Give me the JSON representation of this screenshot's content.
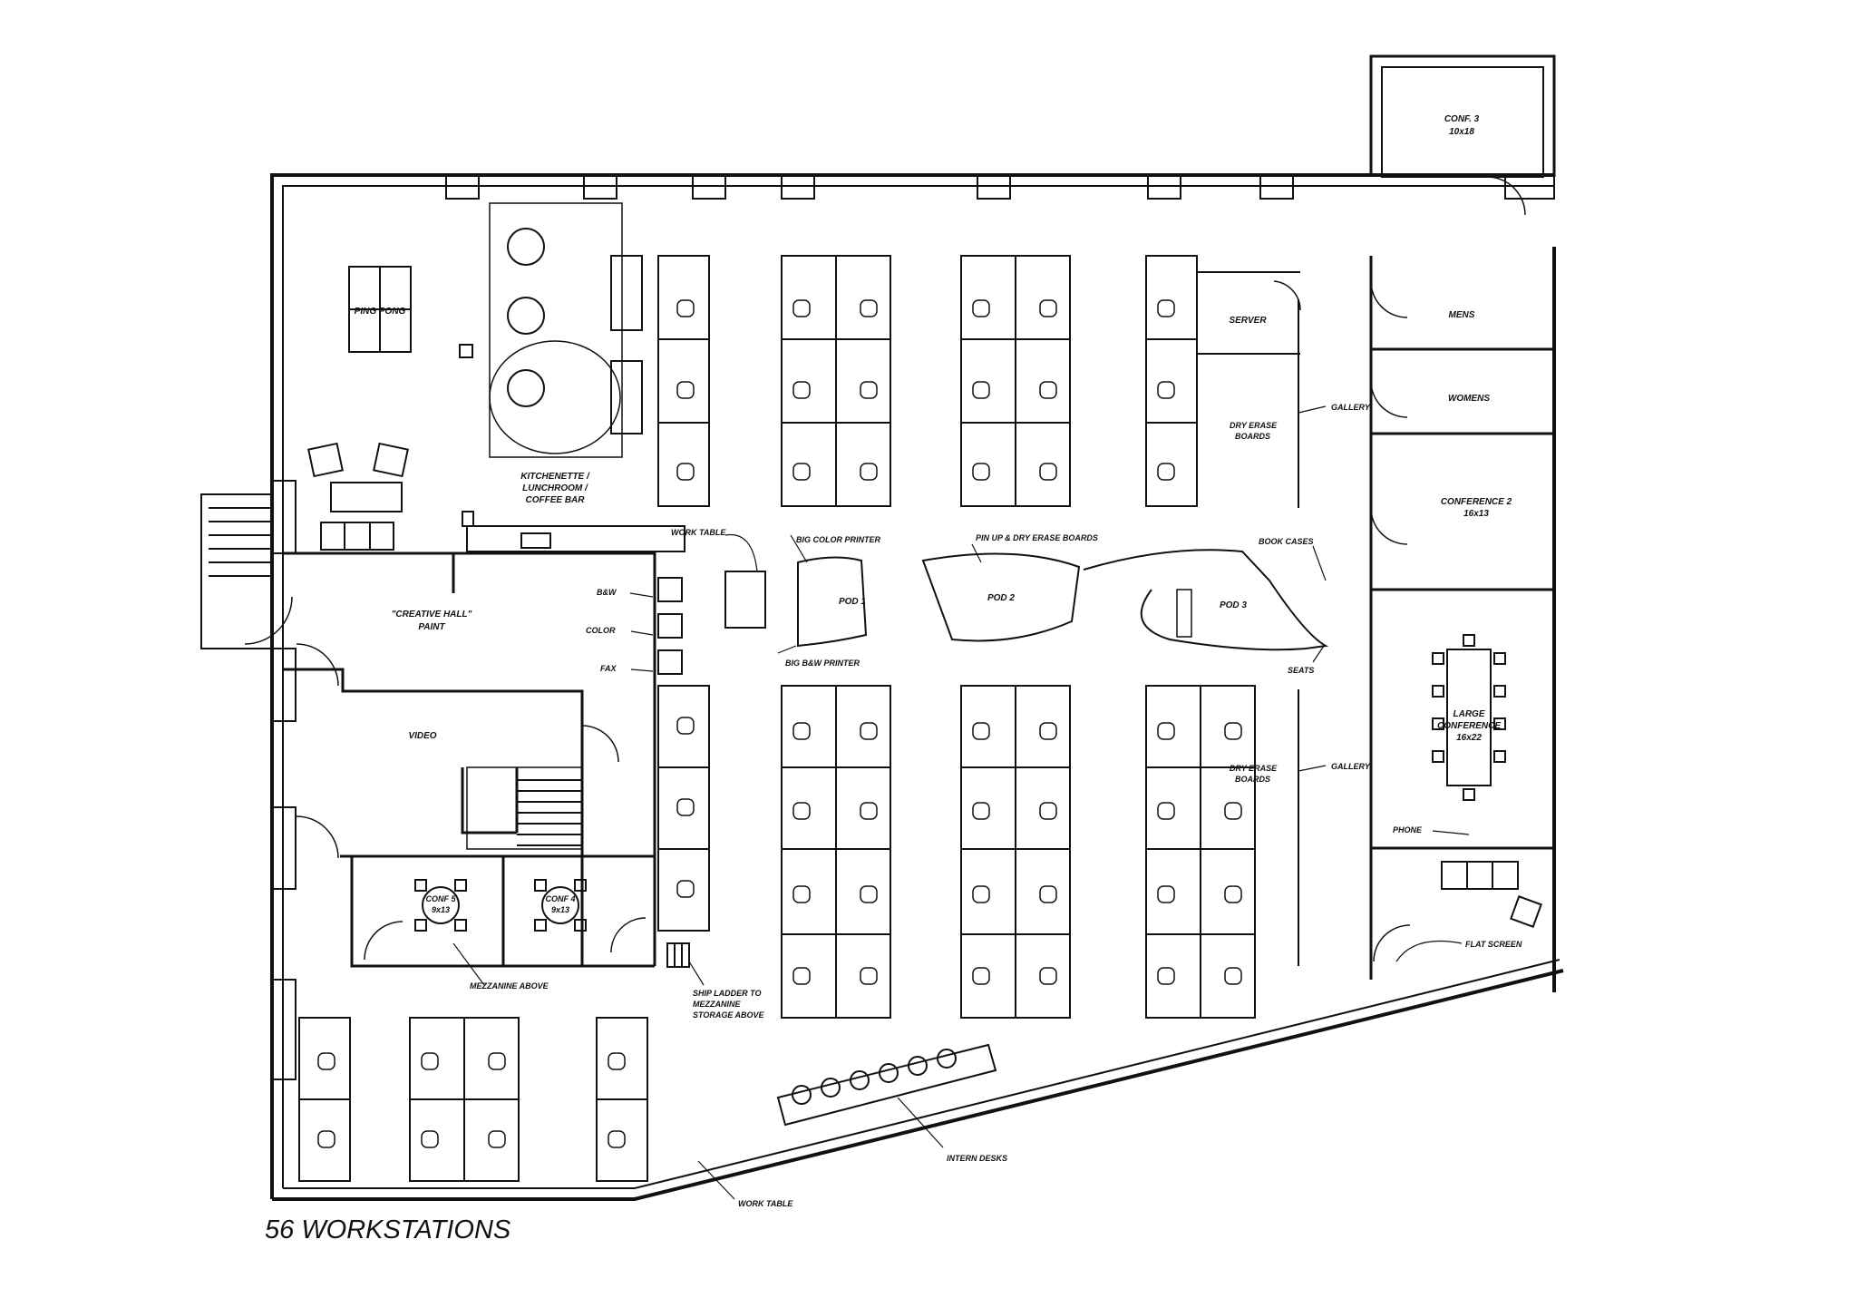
{
  "caption": "56 WORKSTATIONS",
  "rooms": {
    "conf3_name": "CONF. 3",
    "conf3_size": "10x18",
    "ping_pong": "PING PONG",
    "kitchen_1": "KITCHENETTE /",
    "kitchen_2": "LUNCHROOM /",
    "kitchen_3": "COFFEE BAR",
    "creative_1": "\"CREATIVE HALL\"",
    "creative_2": "PAINT",
    "video": "VIDEO",
    "conf5_name": "CONF 5",
    "conf5_size": "9x13",
    "conf4_name": "CONF 4",
    "conf4_size": "9x13",
    "server": "SERVER",
    "mens": "MENS",
    "womens": "WOMENS",
    "conference2_name": "CONFERENCE 2",
    "conference2_size": "16x13",
    "large_conf_1": "LARGE",
    "large_conf_2": "CONFERENCE",
    "large_conf_3": "16x22",
    "pod1": "POD 1",
    "pod2": "POD 2",
    "pod3": "POD 3"
  },
  "labels": {
    "bw": "B&W",
    "color": "COLOR",
    "fax": "FAX",
    "work_table_top": "WORK TABLE",
    "big_color_printer": "BIG COLOR PRINTER",
    "big_bw_printer": "BIG B&W PRINTER",
    "pinup_boards": "PIN UP & DRY ERASE BOARDS",
    "book_cases": "BOOK CASES",
    "seats": "SEATS",
    "gallery_top": "GALLERY",
    "gallery_bottom": "GALLERY",
    "dry_erase_top_1": "DRY ERASE",
    "dry_erase_top_2": "BOARDS",
    "dry_erase_bottom_1": "DRY ERASE",
    "dry_erase_bottom_2": "BOARDS",
    "phone": "PHONE",
    "flat_screen": "FLAT SCREEN",
    "mezzanine_above": "MEZZANINE ABOVE",
    "ship_ladder_1": "SHIP LADDER TO",
    "ship_ladder_2": "MEZZANINE",
    "ship_ladder_3": "STORAGE ABOVE",
    "intern_desks": "INTERN DESKS",
    "work_table_bottom": "WORK TABLE"
  },
  "colors": {
    "line": "#111111",
    "background": "#ffffff"
  }
}
